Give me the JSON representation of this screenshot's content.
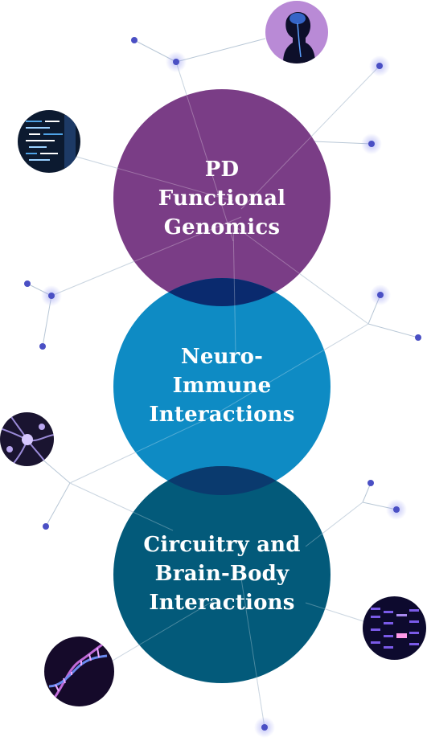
{
  "diagram": {
    "circles": [
      {
        "lines": [
          "PD",
          "Functional",
          "Genomics"
        ],
        "color": "#7a3d86"
      },
      {
        "lines": [
          "Neuro-",
          "Immune",
          "Interactions"
        ],
        "color": "#0e8bc4"
      },
      {
        "lines": [
          "Circuitry and",
          "Brain-Body",
          "Interactions"
        ],
        "color": "#035a7a"
      }
    ],
    "overlap_color": "#0a2a6e",
    "node_color": "#4a4fc4",
    "thumbnails": [
      "human-brain-icon",
      "code-screen-icon",
      "neuron-network-icon",
      "dna-helix-icon",
      "gel-electrophoresis-icon"
    ]
  }
}
